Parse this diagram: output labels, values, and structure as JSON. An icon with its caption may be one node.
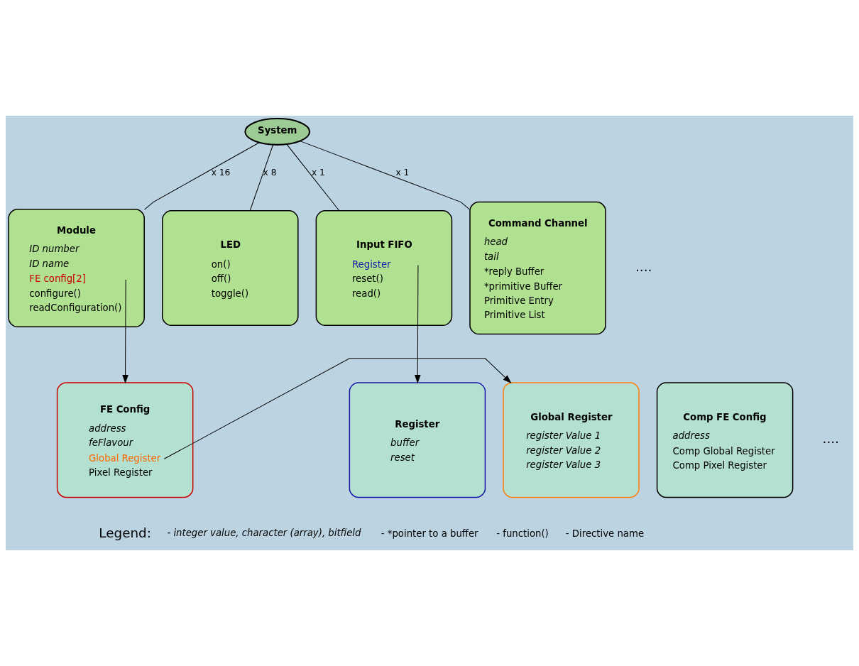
{
  "diagram": {
    "nodes": [
      {
        "text": [
          "System"
        ]
      },
      {
        "text": [
          "Module",
          "ID number",
          "ID name",
          "FE config[2]",
          "configure()",
          "readConfiguration()"
        ]
      },
      {
        "text": [
          "LED",
          "on()",
          "off()",
          "toggle()"
        ]
      },
      {
        "text": [
          "Input FIFO",
          "Register",
          "reset()",
          "read()"
        ]
      },
      {
        "text": [
          "Command Channel",
          "head",
          "tail",
          "*reply Buffer",
          "*primitive Buffer",
          "Primitive Entry",
          "Primitive List"
        ]
      },
      {
        "text": [
          "Comp FE Config",
          "address",
          "Comp Global Register",
          "Comp Pixel Register"
        ]
      },
      {
        "text": [
          "FE Config",
          "address",
          "feFlavour",
          "Global Register",
          "Pixel Register"
        ]
      },
      {
        "text": [
          "Global Register",
          "register Value 1",
          "register Value 2",
          "register Value 3"
        ]
      },
      {
        "text": [
          "Register",
          "buffer",
          "reset"
        ]
      }
    ],
    "edges": [
      {
        "from": 0,
        "to": 1,
        "arrow": "none",
        "label": "x 16"
      },
      {
        "from": 0,
        "to": 2,
        "arrow": "none",
        "label": "x 8"
      },
      {
        "from": 0,
        "to": 3,
        "arrow": "none",
        "label": "x 1"
      },
      {
        "from": 0,
        "to": 4,
        "arrow": "none",
        "label": "x 1"
      },
      {
        "from": 1,
        "to": 6,
        "arrow": "to"
      },
      {
        "from": 6,
        "to": 7,
        "arrow": "to"
      },
      {
        "from": 3,
        "to": 8,
        "arrow": "to"
      }
    ],
    "labels": [
      "....",
      "....",
      "Legend:"
    ],
    "legend": [
      {
        "text": "- integer value, character (array), bitfield"
      },
      {
        "text": "- *pointer to a buffer"
      },
      {
        "text": "- function()"
      },
      {
        "text": "- Directive name"
      }
    ]
  }
}
